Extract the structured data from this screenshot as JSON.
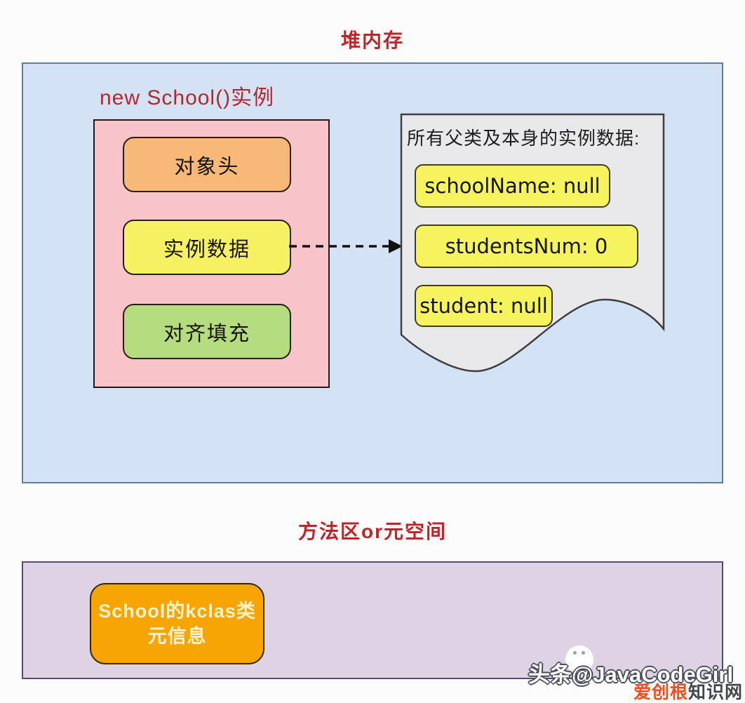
{
  "heap": {
    "title": "堆内存",
    "instance_label": "new School()实例",
    "object_parts": [
      {
        "label": "对象头"
      },
      {
        "label": "实例数据"
      },
      {
        "label": "对齐填充"
      }
    ],
    "doc": {
      "title": "所有父类及本身的实例数据:",
      "fields": [
        {
          "label": "schoolName: null"
        },
        {
          "label": "studentsNum: 0"
        },
        {
          "label": "student: null"
        }
      ]
    }
  },
  "method_area": {
    "title": "方法区or元空间",
    "meta_class_line1": "School的kclas类",
    "meta_class_line2": "元信息"
  },
  "watermark": {
    "line1": "头条@JavaCodeGirl",
    "line2_highlight": "爱创根",
    "line2_rest": "知识网"
  },
  "colors": {
    "title_red": "#bf2428",
    "heap_fill": "#d4e2f6",
    "heap_border": "#5e7e9b",
    "object_fill": "#f8c4c9",
    "header_fill": "#f8b877",
    "instance_fill": "#f5f163",
    "padding_fill": "#b5dc7e",
    "doc_fill": "#e9e8ea",
    "field_fill": "#f5f35e",
    "method_fill": "#ded3e4",
    "meta_fill": "#f7a504",
    "watermark_orange": "#ee4f1c"
  }
}
